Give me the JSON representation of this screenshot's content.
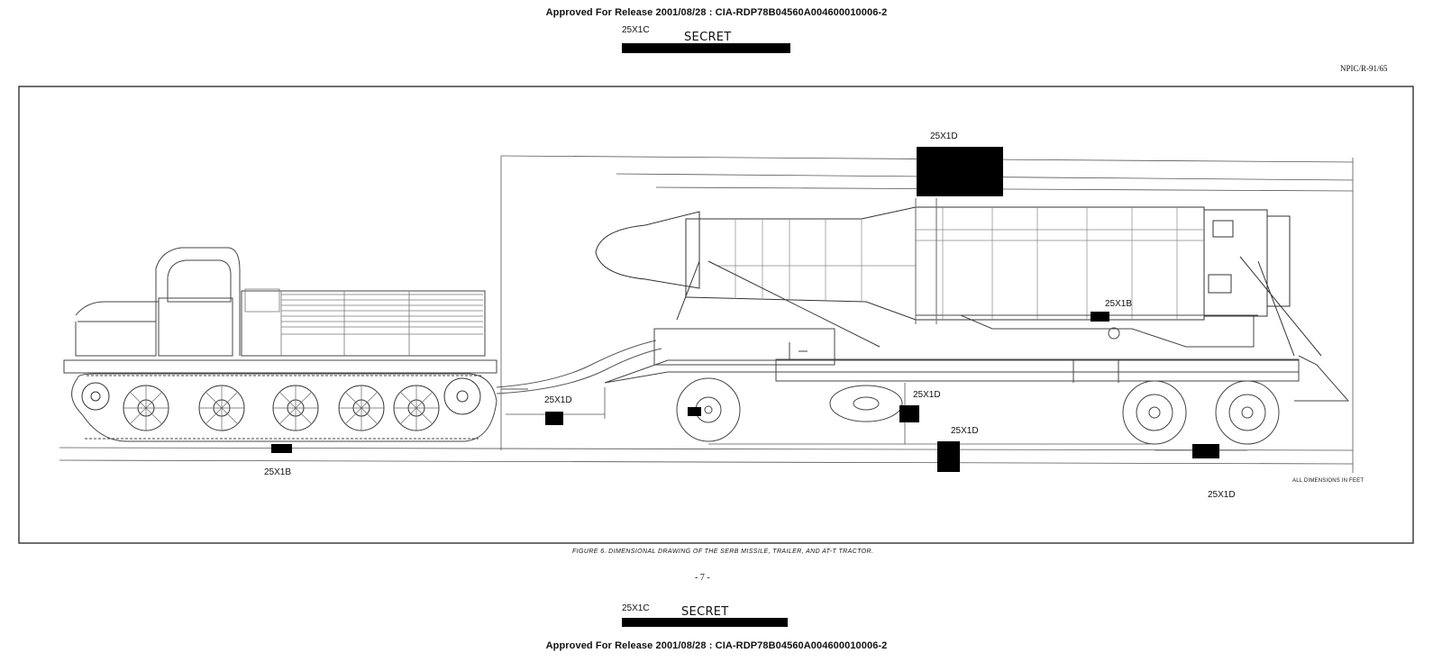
{
  "release_header": "Approved For Release 2001/08/28 : CIA-RDP78B04560A004600010006-2",
  "release_footer": "Approved For Release 2001/08/28 : CIA-RDP78B04560A004600010006-2",
  "top_classification": {
    "code": "25X1C",
    "label": "SECRET"
  },
  "bottom_classification": {
    "code": "25X1C",
    "label": "SECRET"
  },
  "document_id": "NPIC/R-91/65",
  "drawing": {
    "redaction_codes": {
      "top": "25X1D",
      "missile_mid": "25X1B",
      "hitch": "25X1D",
      "under_trailer": "25X1D",
      "lower_mid": "25X1D",
      "tractor_bottom": "25X1B",
      "bottom_right": "25X1D"
    },
    "dimensions_note": "ALL DIMENSIONS IN FEET"
  },
  "figure_caption": "FIGURE 6.  DIMENSIONAL DRAWING OF THE SERB MISSILE, TRAILER, AND AT-T TRACTOR.",
  "page_number": "- 7 -"
}
